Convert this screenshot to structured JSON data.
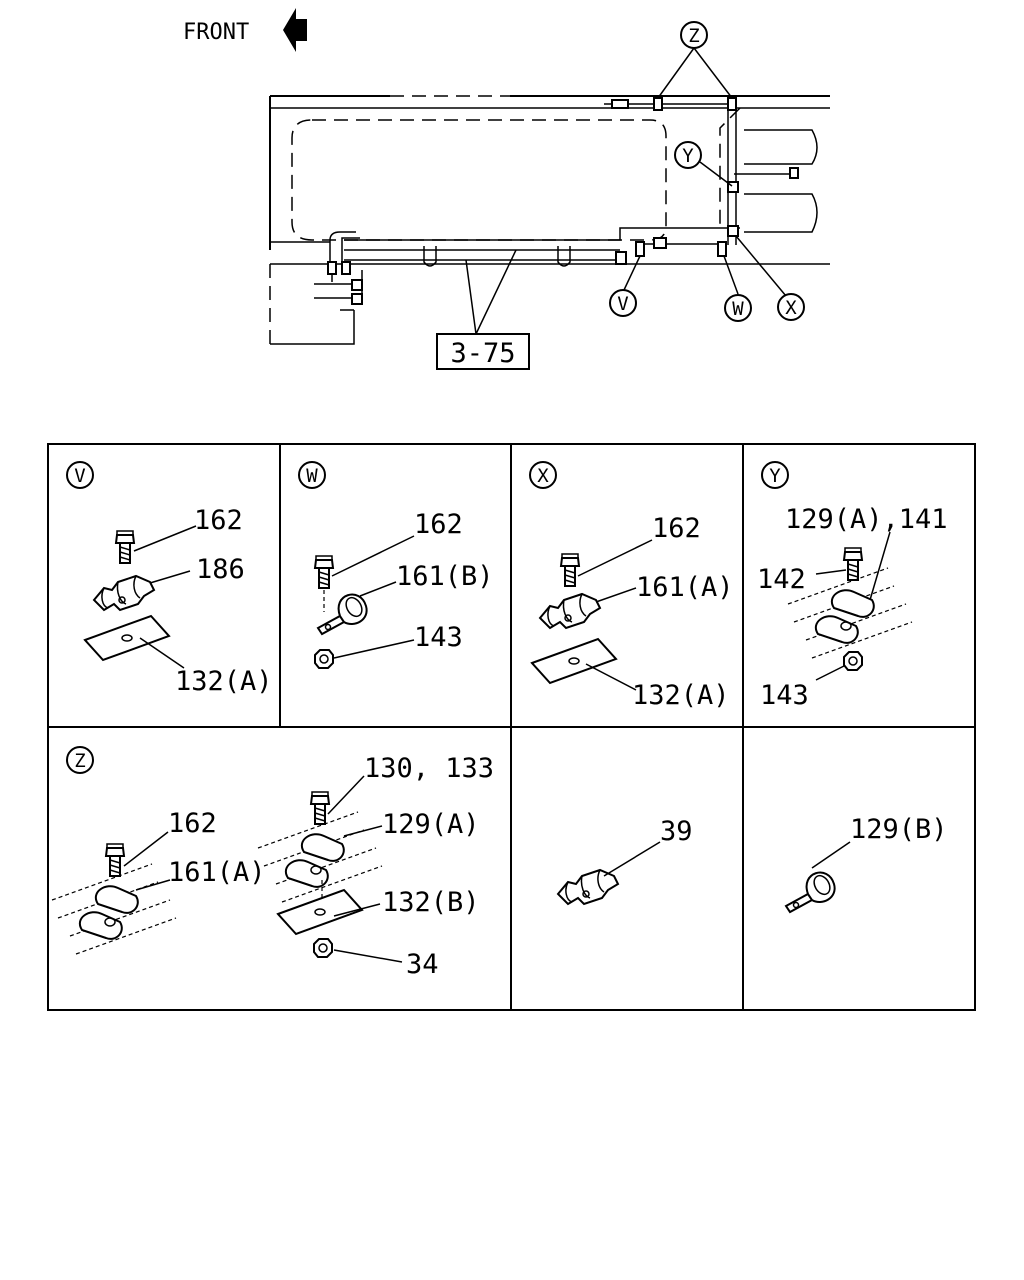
{
  "overview": {
    "front_label": "FRONT",
    "ref_box": "3-75",
    "callouts": {
      "z": "Z",
      "y": "Y",
      "v": "V",
      "w": "W",
      "x": "X"
    }
  },
  "panels": {
    "v": {
      "id": "V",
      "labels": [
        "162",
        "186",
        "132(A)"
      ]
    },
    "w": {
      "id": "W",
      "labels": [
        "162",
        "161(B)",
        "143"
      ]
    },
    "x": {
      "id": "X",
      "labels": [
        "162",
        "161(A)",
        "132(A)"
      ]
    },
    "y": {
      "id": "Y",
      "labels": [
        "129(A),141",
        "142",
        "143"
      ]
    },
    "z": {
      "id": "Z",
      "labels": [
        "162",
        "161(A)",
        "130, 133",
        "129(A)",
        "132(B)",
        "34"
      ]
    },
    "p39": {
      "labels": [
        "39"
      ]
    },
    "p129b": {
      "labels": [
        "129(B)"
      ]
    }
  }
}
